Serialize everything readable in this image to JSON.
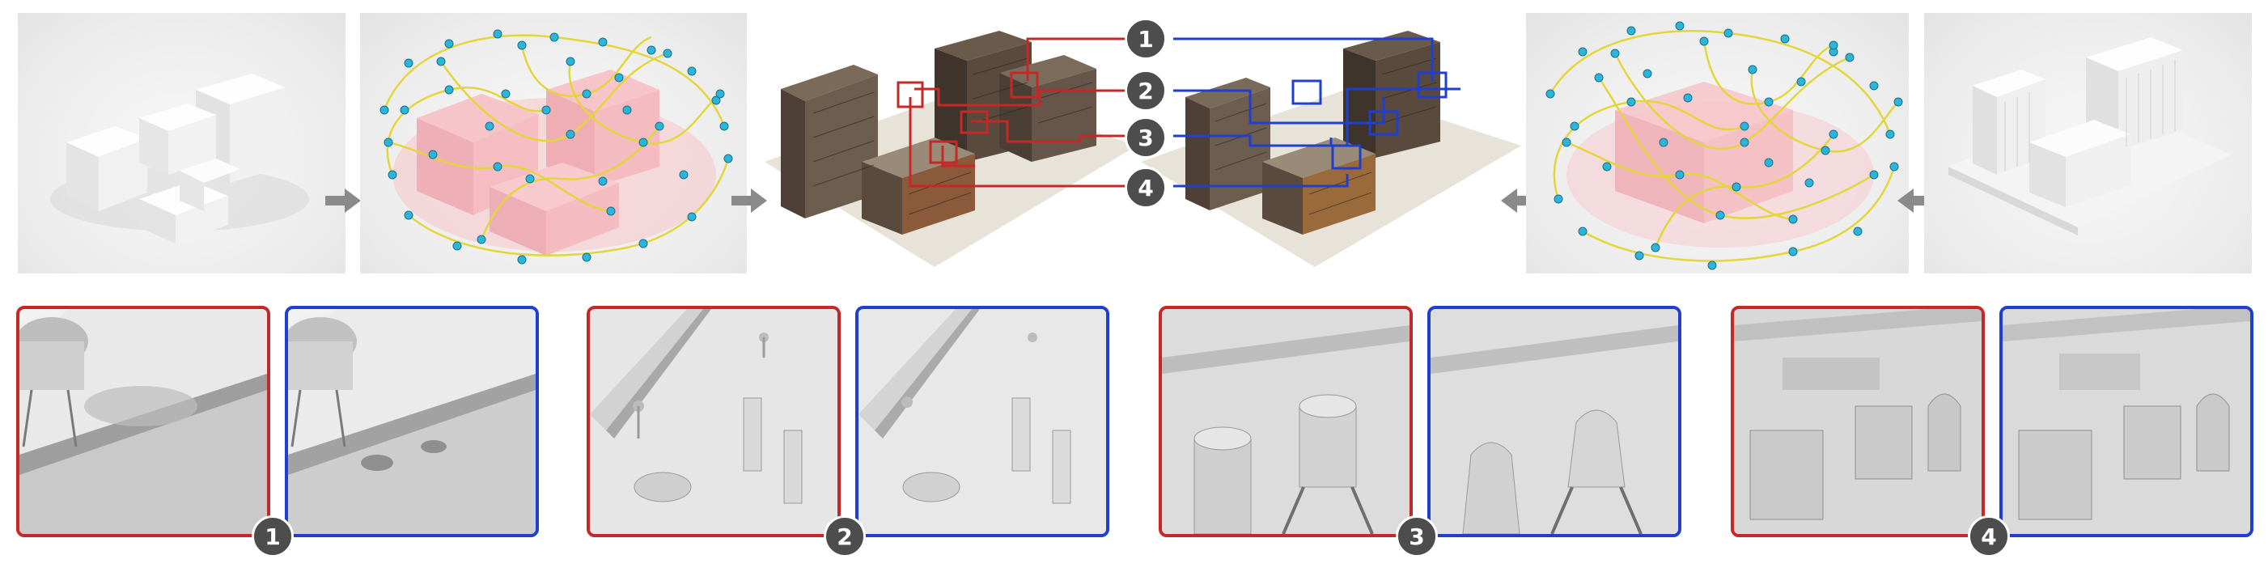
{
  "figure": {
    "colors": {
      "red": "#c62828",
      "blue": "#1e3fd0",
      "badge": "#4d4d4d",
      "arrow": "#8a8a8a",
      "curve": "#e3d63a",
      "point": "#2bb6d9",
      "mass": "#f2b8bc"
    },
    "callouts": [
      {
        "label": "1"
      },
      {
        "label": "2"
      },
      {
        "label": "3"
      },
      {
        "label": "4"
      }
    ],
    "detail_groups": [
      {
        "label": "1"
      },
      {
        "label": "2"
      },
      {
        "label": "3"
      },
      {
        "label": "4"
      }
    ],
    "icons": [
      "arrow-right-icon",
      "arrow-left-icon"
    ]
  }
}
